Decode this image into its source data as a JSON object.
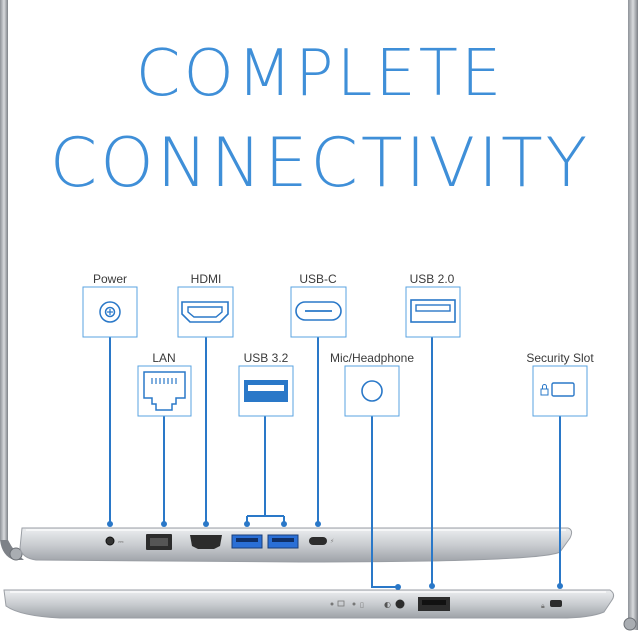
{
  "headline": {
    "line1": "COMPLETE",
    "line2": "CONNECTIVITY"
  },
  "ports": {
    "power": "Power",
    "hdmi": "HDMI",
    "usb_c": "USB-C",
    "usb_2": "USB 2.0",
    "lan": "LAN",
    "usb_32": "USB 3.2",
    "mic": "Mic/Headphone",
    "security": "Security Slot"
  },
  "colors": {
    "accent": "#3f8fd8",
    "line": "#2a78c8",
    "usb3_blue": "#2a6fd6",
    "body_silver": "#d2d4d8"
  }
}
